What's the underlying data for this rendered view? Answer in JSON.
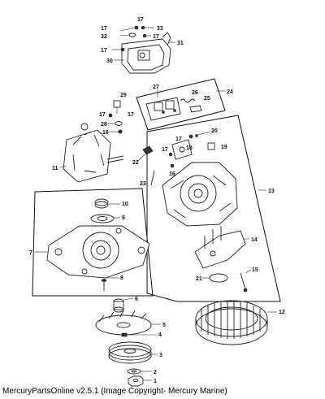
{
  "footer": {
    "text": "MercuryPartsOnline v2.5.1 (Image Copyright- Mercury Marine)"
  },
  "callouts": [
    "1",
    "2",
    "3",
    "4",
    "5",
    "6",
    "7",
    "8",
    "9",
    "10",
    "11",
    "12",
    "13",
    "14",
    "15",
    "16",
    "17",
    "18",
    "19",
    "20",
    "21",
    "22",
    "23",
    "24",
    "25",
    "26",
    "27",
    "28",
    "29",
    "30",
    "31",
    "32",
    "33"
  ],
  "repeat_callouts": {
    "17": [
      "17",
      "17",
      "17",
      "17",
      "17",
      "17"
    ],
    "16": [
      "16"
    ]
  }
}
